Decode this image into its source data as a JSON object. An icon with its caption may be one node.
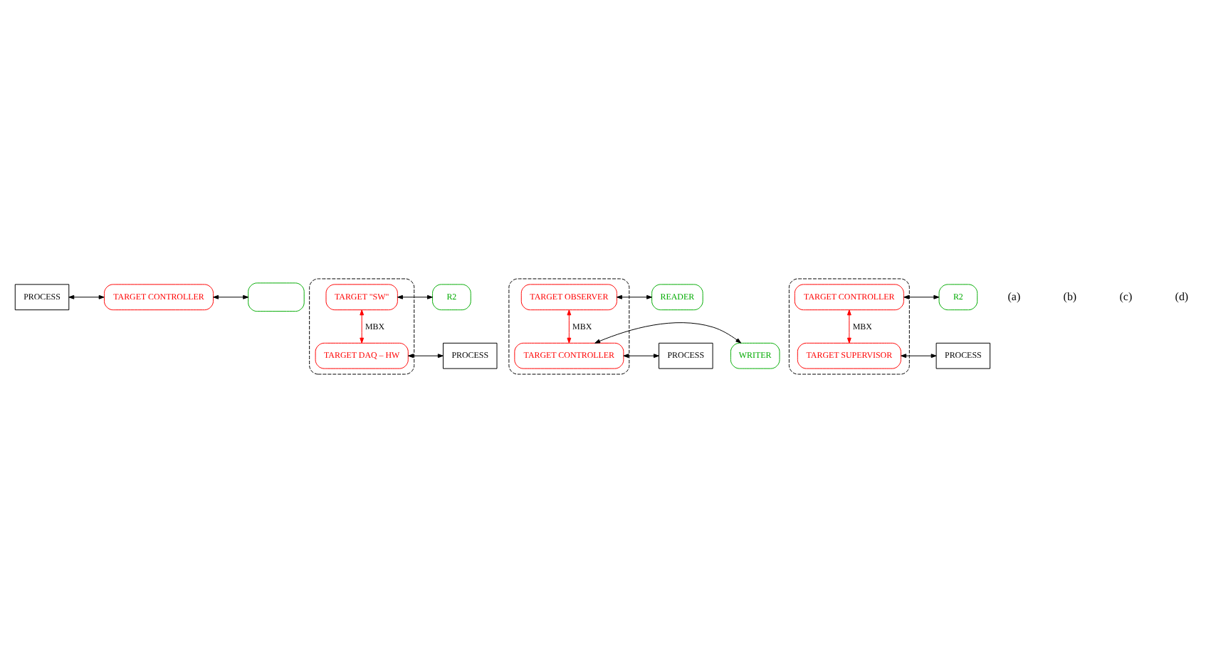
{
  "diagram": {
    "nodes": [
      {
        "text": [
          "PROCESS"
        ]
      },
      {
        "text": [
          "TARGET CONTROLLER"
        ]
      },
      {
        "text": [],
        "shape": "box"
      },
      {
        "text": [],
        "shape": "box"
      },
      {
        "text": [
          "TARGET \"SW\""
        ],
        "in": 3
      },
      {
        "text": [
          "TARGET DAQ – HW"
        ],
        "in": 3
      },
      {
        "text": [
          "R2"
        ]
      },
      {
        "text": [
          "PROCESS"
        ]
      },
      {
        "text": [],
        "shape": "box"
      },
      {
        "text": [
          "TARGET OBSERVER"
        ],
        "in": 8
      },
      {
        "text": [
          "TARGET CONTROLLER"
        ],
        "in": 8
      },
      {
        "text": [
          "READER"
        ]
      },
      {
        "text": [
          "PROCESS"
        ]
      },
      {
        "text": [
          "WRITER"
        ]
      },
      {
        "text": [],
        "shape": "box"
      },
      {
        "text": [
          "TARGET CONTROLLER"
        ],
        "in": 14
      },
      {
        "text": [
          "TARGET SUPERVISOR"
        ],
        "in": 14
      },
      {
        "text": [
          "R2"
        ]
      },
      {
        "text": [
          "PROCESS"
        ]
      }
    ],
    "edges": [
      {
        "from": 0,
        "to": 1,
        "arrow": "both"
      },
      {
        "from": 1,
        "to": 2,
        "arrow": "both"
      },
      {
        "from": 4,
        "to": 6,
        "arrow": "both"
      },
      {
        "from": 4,
        "to": 5,
        "arrow": "both",
        "label": "MBX",
        "color": "#ff0000"
      },
      {
        "from": 7,
        "to": 5,
        "arrow": "both"
      },
      {
        "from": 9,
        "to": 11,
        "arrow": "both"
      },
      {
        "from": 9,
        "to": 10,
        "arrow": "both",
        "label": "MBX",
        "color": "#ff0000"
      },
      {
        "from": 12,
        "to": 10,
        "arrow": "both"
      },
      {
        "from": 10,
        "to": 13,
        "arrow": "both"
      },
      {
        "from": 15,
        "to": 17,
        "arrow": "both"
      },
      {
        "from": 15,
        "to": 16,
        "arrow": "both",
        "label": "MBX",
        "color": "#ff0000"
      },
      {
        "from": 18,
        "to": 16,
        "arrow": "both"
      }
    ],
    "labels": [
      "(a)",
      "(b)",
      "(c)",
      "(d)"
    ]
  }
}
